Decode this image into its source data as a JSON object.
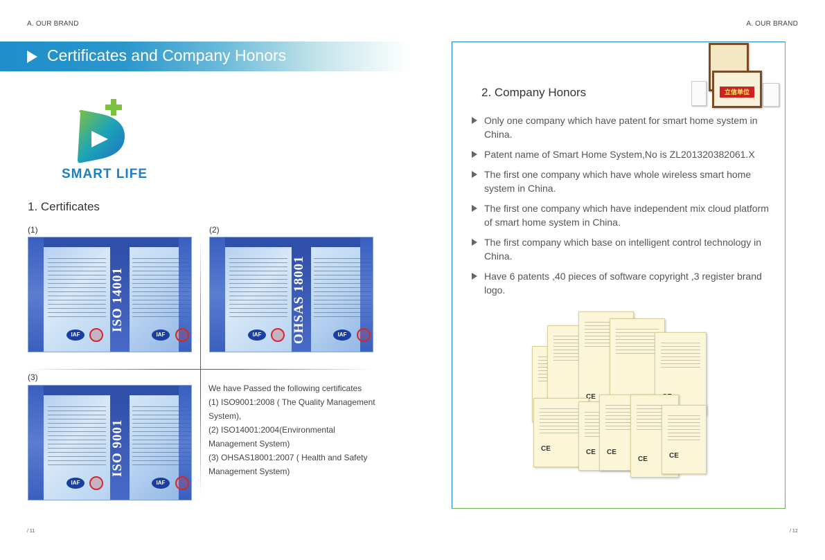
{
  "running_head": {
    "left": "A. OUR BRAND",
    "right": "A. OUR BRAND"
  },
  "banner": {
    "title": "Certificates and Company Honors"
  },
  "brand": {
    "logo_text": "SMART LIFE",
    "colors": {
      "primary": "#1e8ec9",
      "green": "#6ab04c"
    }
  },
  "certificates": {
    "heading": "1. Certificates",
    "items": [
      {
        "label": "(1)",
        "standard": "ISO 14001"
      },
      {
        "label": "(2)",
        "standard": "OHSAS 18001"
      },
      {
        "label": "(3)",
        "standard": "ISO 9001"
      }
    ],
    "passed": {
      "intro": "We have Passed the following certificates",
      "lines": [
        "(1) ISO9001:2008 ( The Quality Management System),",
        "(2) ISO14001:2004(Environmental Management System)",
        "(3) OHSAS18001:2007 ( Health and Safety Management System)"
      ]
    }
  },
  "honors": {
    "heading": "2. Company Honors",
    "items": [
      "Only one company which have patent for smart home system in China.",
      "Patent name of Smart Home System,No is ZL201320382061.X",
      "The first one company which have whole wireless smart home system in China.",
      "The first one company which have independent mix cloud platform of smart home system in China.",
      "The first company which base on intelligent control technology in China.",
      "Have 6 patents ,40 pieces of software copyright ,3 register brand logo."
    ]
  },
  "folio": {
    "left": "/ 11",
    "right": "/ 12"
  }
}
